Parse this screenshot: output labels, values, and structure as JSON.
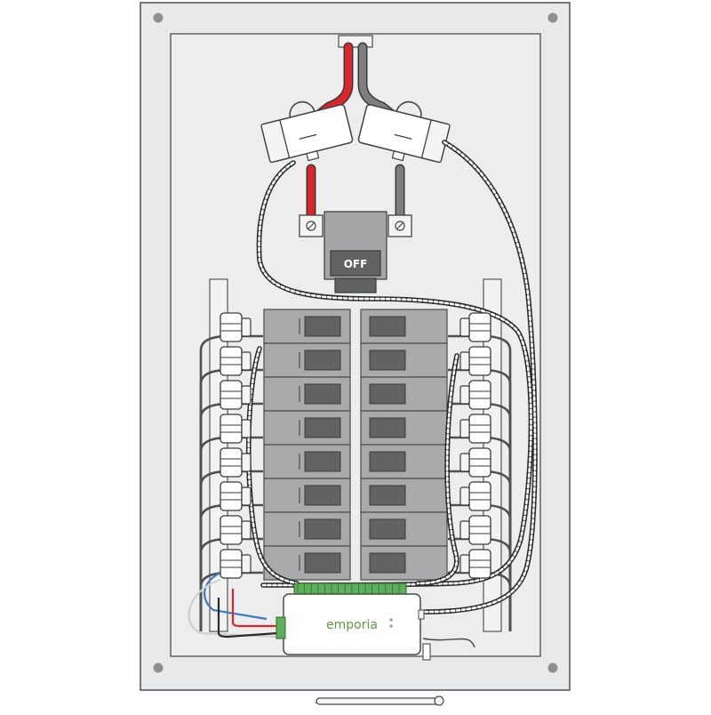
{
  "main_breaker": {
    "label": "OFF"
  },
  "monitor": {
    "brand": "emporia"
  },
  "colors": {
    "enclosure": "#e8e9ea",
    "backplate": "#ededed",
    "outline": "#4a4a4a",
    "breaker": "#a9aaab",
    "breaker_toggle": "#616262",
    "hot_wire": "#d8262b",
    "neutral_wire": "#7d7e80",
    "bus_wire": "#4f5052",
    "blue_wire": "#3d7cc2",
    "terminal_green": "#5db05a",
    "brand_green": "#5f9a3b"
  },
  "counts": {
    "breaker_rows": 8,
    "breaker_columns": 2,
    "circuit_sensors_per_side": 8
  }
}
